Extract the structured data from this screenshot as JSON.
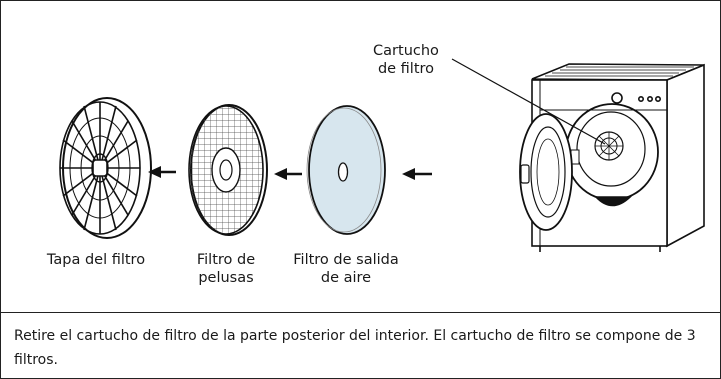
{
  "figure": {
    "labels": {
      "cartridge_line1": "Cartucho",
      "cartridge_line2": "de filtro",
      "cap": "Tapa del filtro",
      "lint_line1": "Filtro de",
      "lint_line2": "pelusas",
      "outlet_line1": "Filtro de salida",
      "outlet_line2": "de aire"
    }
  },
  "caption": {
    "text": "Retire el cartucho de filtro de la parte posterior del interior. El cartucho de filtro se compone de 3 filtros."
  }
}
